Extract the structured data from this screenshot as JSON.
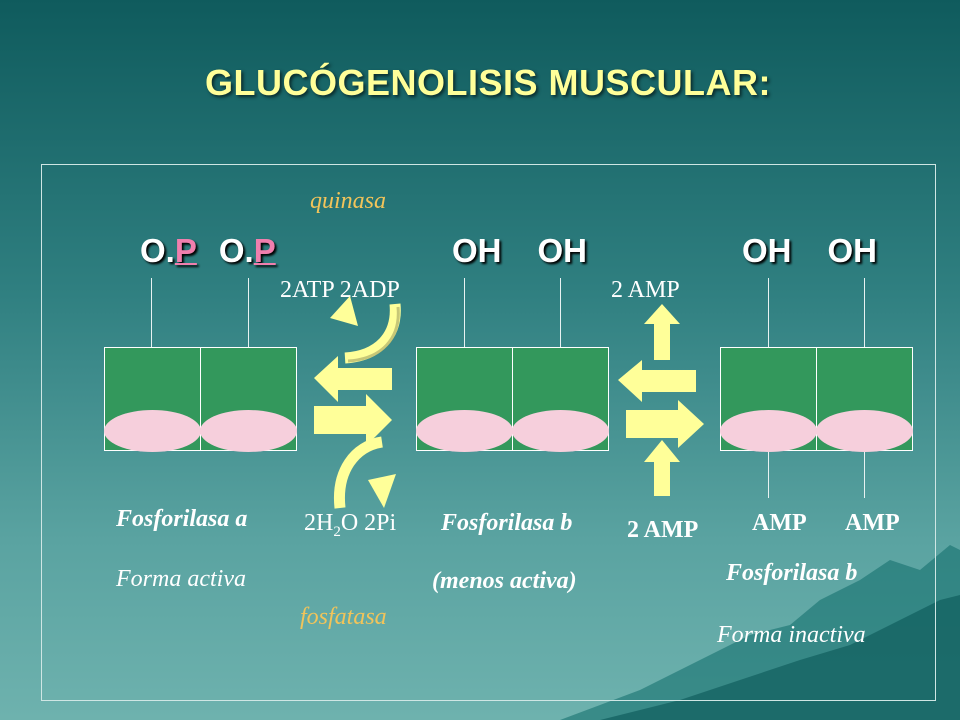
{
  "title": "GLUCÓGENOLISIS MUSCULAR:",
  "enzymes": {
    "kinase": "quinasa",
    "phosphatase": "fosfatasa"
  },
  "groups": [
    {
      "a": "O.",
      "b": "P",
      "c": "O.",
      "d": "P"
    },
    {
      "a": "OH",
      "b": "OH"
    },
    {
      "a": "OH",
      "b": "OH"
    }
  ],
  "cofactors": {
    "atp_adp": "2ATP 2ADP",
    "amp_top": "2 AMP",
    "amp_bottom": "2 AMP",
    "amp_right_1": "AMP",
    "amp_right_2": "AMP",
    "h2o_h2": "2H",
    "h2o_sub": "2",
    "h2o_o": "O 2Pi"
  },
  "forms": {
    "a_name": "Fosforilasa a",
    "a_state": "Forma activa",
    "b_name": "Fosforilasa b",
    "b_state": "(menos activa)",
    "b2_name": "Fosforilasa b",
    "b2_state": "Forma inactiva"
  },
  "colors": {
    "title": "#ffff99",
    "enzyme_text": "#f2c45a",
    "box_green": "#33985c",
    "oval_pink": "#f6cfdc",
    "arrow_yellow": "#ffff99",
    "phosphate_pink": "#f07fae"
  }
}
